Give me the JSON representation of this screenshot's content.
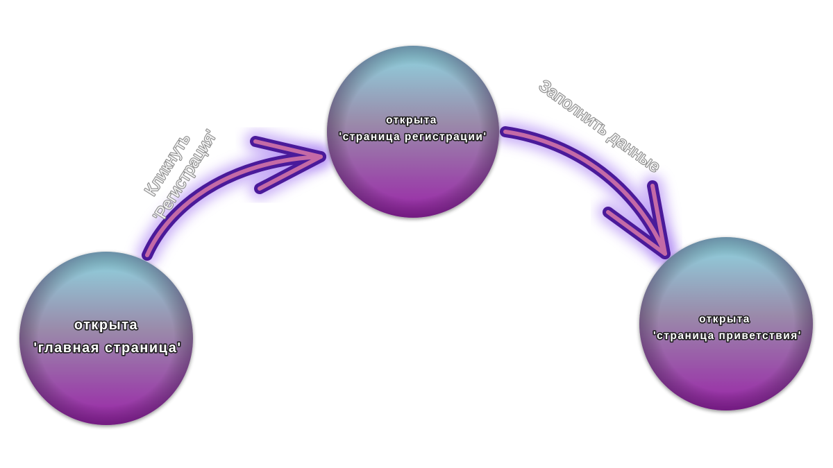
{
  "nodes": {
    "home": {
      "line1": "открыта",
      "line2": "'главная страница'"
    },
    "registration": {
      "line1": "открыта",
      "line2": "'страница регистрации'"
    },
    "welcome": {
      "line1": "открыта",
      "line2": "'страница приветствия'"
    }
  },
  "edges": {
    "click_registration": {
      "line1": "Кликнуть",
      "line2": "'Регистрация'"
    },
    "fill_data": {
      "line1": "Заполнить данные"
    }
  },
  "colors": {
    "sphere_top": "#8ed7e2",
    "sphere_middle": "#9a8aaa",
    "sphere_bottom": "#9a24a8",
    "arrow_outer": "#4a1a9a",
    "arrow_inner": "#c46aa6",
    "arrow_glow": "#9b6cf0"
  }
}
